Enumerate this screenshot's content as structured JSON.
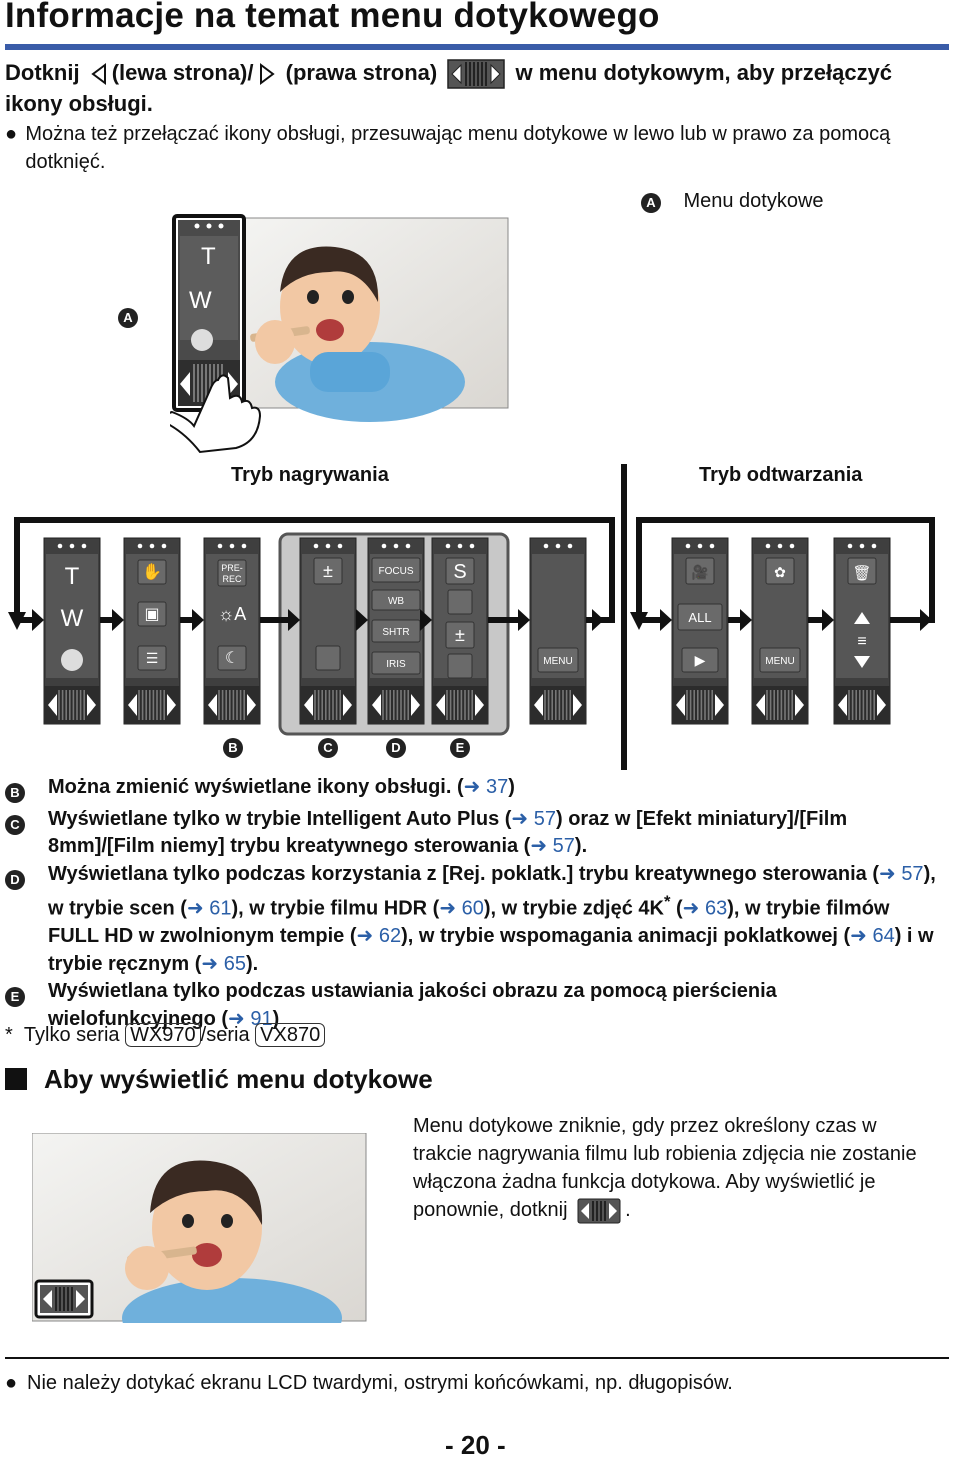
{
  "title": "Informacje na temat menu dotykowego",
  "intro": {
    "part1": "Dotknij",
    "part2": "(lewa strona)/",
    "part3": "(prawa strona)",
    "part4": "w menu dotykowym, aby przełączyć ikony obsługi.",
    "bullet": "Można też przełączać ikony obsługi, przesuwając menu dotykowe w lewo lub w prawo za pomocą dotknięć."
  },
  "markers": {
    "a": "A",
    "b": "B",
    "c": "C",
    "d": "D",
    "e": "E"
  },
  "legend_a": "Menu dotykowe",
  "mode_recording": "Tryb nagrywania",
  "mode_playback": "Tryb odtwarzania",
  "panel_labels": {
    "t": "T",
    "w": "W",
    "prerec": "PRE-\nREC",
    "focus": "FOCUS",
    "wb": "WB",
    "shtr": "SHTR",
    "iris": "IRIS",
    "menu": "MENU",
    "all": "ALL",
    "s": "S"
  },
  "notes": {
    "b_text": "Można zmienić wyświetlane ikony obsługi. (",
    "b_ref": "37",
    "b_end": ")",
    "c_text1": "Wyświetlane tylko w trybie Intelligent Auto Plus (",
    "c_ref1": "57",
    "c_text2": ") oraz w [Efekt miniatury]/[Film 8mm]/[Film niemy] trybu kreatywnego sterowania (",
    "c_ref2": "57",
    "c_end": ").",
    "d_text1": "Wyświetlana tylko podczas korzystania z [Rej. poklatk.] trybu kreatywnego sterowania (",
    "d_ref1": "57",
    "d_text2": "), w trybie scen (",
    "d_ref2": "61",
    "d_text3": "), w trybie filmu HDR (",
    "d_ref3": "60",
    "d_text4": "), w trybie zdjęć 4K",
    "d_star": "*",
    "d_text5": " (",
    "d_ref4": "63",
    "d_text6": "), w trybie filmów FULL HD w zwolnionym tempie (",
    "d_ref5": "62",
    "d_text7": "), w trybie wspomagania animacji poklatkowej (",
    "d_ref6": "64",
    "d_text8": ") i w trybie ręcznym (",
    "d_ref7": "65",
    "d_end": ").",
    "e_text": "Wyświetlana tylko podczas ustawiania jakości obrazu za pomocą pierścienia wielofunkcyjnego (",
    "e_ref": "91",
    "e_end": ")",
    "arrow": "➜"
  },
  "footnote": {
    "star": "*",
    "text1": "Tylko seria",
    "model1": "WX970",
    "text2": "/seria",
    "model2": "VX870"
  },
  "section_title": "Aby wyświetlić menu dotykowe",
  "section_desc": "Menu dotykowe zniknie, gdy przez określony czas w trakcie nagrywania filmu lub robienia zdjęcia nie zostanie włączona żadna funkcja dotykowa. Aby wyświetlić je ponownie, dotknij",
  "section_desc_end": ".",
  "final_note": "Nie należy dotykać ekranu LCD twardymi, ostrymi końcówkami, np. długopisów.",
  "page_number": "- 20 -"
}
